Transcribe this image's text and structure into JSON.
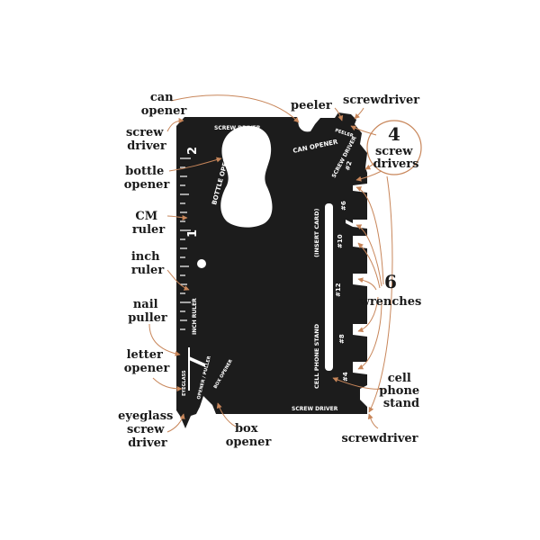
{
  "labels": {
    "can_opener": [
      "can",
      "opener"
    ],
    "screw_driver": [
      "screw",
      "driver"
    ],
    "bottle_opener": [
      "bottle",
      "opener"
    ],
    "cm_ruler": [
      "CM",
      "ruler"
    ],
    "inch_ruler": [
      "inch",
      "ruler"
    ],
    "nail_puller": [
      "nail",
      "puller"
    ],
    "letter_opener": [
      "letter",
      "opener"
    ],
    "eyeglass_screw_driver": [
      "eyeglass",
      "screw",
      "driver"
    ],
    "box_opener": [
      "box",
      "opener"
    ],
    "peeler": "peeler",
    "screwdriver_top": "screwdriver",
    "screw_drivers_count": "4",
    "screw_drivers": [
      "screw",
      "drivers"
    ],
    "wrenches_count": "6",
    "wrenches": "wrenches",
    "cell_phone_stand": [
      "cell",
      "phone",
      "stand"
    ],
    "screwdriver_bottom": "screwdriver"
  },
  "engravings": {
    "screw_driver_top": "SCREW DRIVER",
    "peeler": "PEELER",
    "can_opener": "CAN OPENER",
    "screw_driver_side": "SCREW DRIVER",
    "num_2": "#2",
    "bottle_opener": "BOTTLE OPENER",
    "insert_card": "(INSERT CARD)",
    "num_6": "#6",
    "num_10": "#10",
    "num_12": "#12",
    "num_8": "#8",
    "num_4": "#4",
    "cell_phone_stand": "CELL PHONE STAND",
    "inch_ruler": "INCH RULER",
    "ruler_1": "1",
    "ruler_2": "2",
    "eyeglass": "EYEGLASS",
    "opener_puller": "OPENER / PULLER",
    "box_opener": "BOX OPENER",
    "screw_driver_bottom": "SCREW DRIVER"
  },
  "colors": {
    "tool": "#1c1c1c",
    "leader": "#c8865a",
    "text": "#1a1a1a"
  }
}
